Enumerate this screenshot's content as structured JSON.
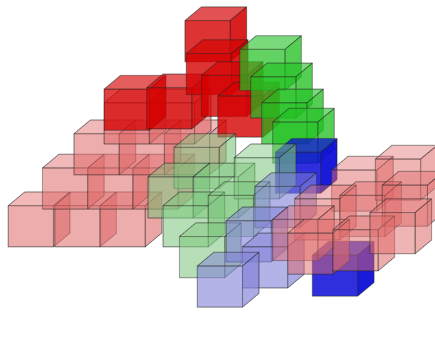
{
  "colors": {
    "red_solid": "#d40000",
    "red_translucent": "#e06a6a",
    "green_solid": "#20c020",
    "green_translucent": "#7cc57c",
    "blue_solid": "#0a0ad8",
    "blue_translucent": "#8080d8",
    "edge": "#222222",
    "background": "#ffffff"
  },
  "scene": {
    "description_visible_text": "",
    "groups": [
      {
        "name": "red-translucent-cluster"
      },
      {
        "name": "red-solid-tower"
      },
      {
        "name": "green-solid-column"
      },
      {
        "name": "green-translucent-cluster"
      },
      {
        "name": "blue-solid-cubes"
      },
      {
        "name": "blue-translucent-cluster"
      }
    ]
  }
}
